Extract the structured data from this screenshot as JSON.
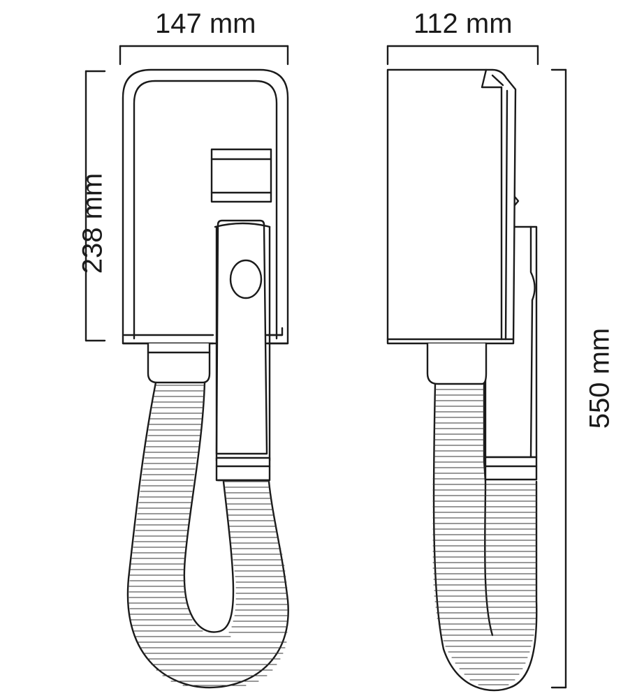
{
  "dimensions": {
    "front_width": "147 mm",
    "side_depth": "112 mm",
    "body_height": "238 mm",
    "total_height": "550 mm"
  },
  "colors": {
    "line": "#1a1a1a",
    "background": "#ffffff"
  }
}
